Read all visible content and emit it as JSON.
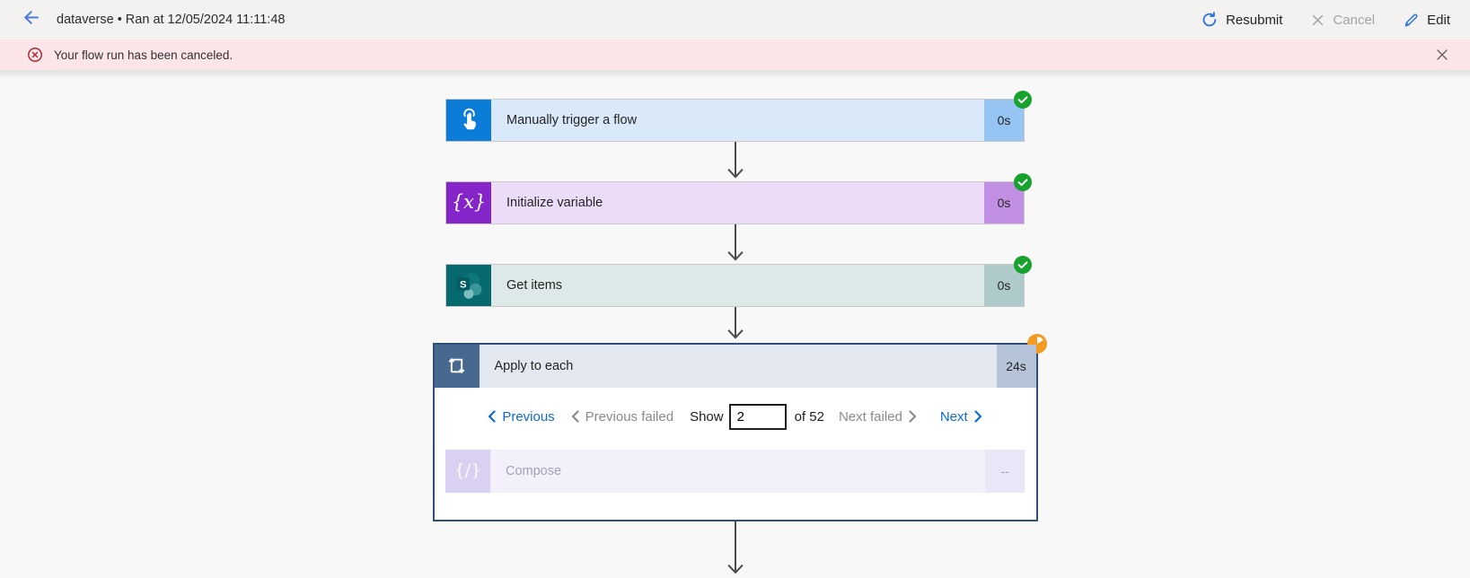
{
  "topbar": {
    "title": "dataverse • Ran at 12/05/2024 11:11:48",
    "actions": {
      "resubmit": "Resubmit",
      "cancel": "Cancel",
      "edit": "Edit"
    }
  },
  "banner": {
    "message": "Your flow run has been canceled."
  },
  "flow": {
    "trigger": {
      "title": "Manually trigger a flow",
      "duration": "0s",
      "status": "succeeded",
      "icon": "manual-trigger-icon"
    },
    "initialize_variable": {
      "title": "Initialize variable",
      "duration": "0s",
      "status": "succeeded",
      "icon_glyph": "{x}"
    },
    "get_items": {
      "title": "Get items",
      "duration": "0s",
      "status": "succeeded",
      "icon": "sharepoint-icon"
    },
    "apply_to_each": {
      "title": "Apply to each",
      "duration": "24s",
      "status": "canceled",
      "icon": "loop-icon",
      "pagination": {
        "previous": "Previous",
        "previous_failed": "Previous failed",
        "show_label": "Show",
        "current_iteration": "2",
        "of_total": "of 52",
        "next_failed": "Next failed",
        "next": "Next"
      },
      "children": {
        "compose": {
          "title": "Compose",
          "duration": "--",
          "icon_glyph": "{/}"
        }
      }
    }
  },
  "colors": {
    "accent_blue": "#0b6cd6",
    "success_green": "#17a12d",
    "canceled_orange": "#f59b22",
    "error_red": "#b3282d",
    "banner_bg": "#fbe5e8",
    "topbar_bg": "#f3f2f1",
    "canvas_bg": "#f9f8f8",
    "trigger_icon_bg": "#0c7cd9",
    "trigger_body_bg": "#d9e9fa",
    "trigger_duration_bg": "#97c5f3",
    "variable_icon_bg": "#8525c9",
    "variable_body_bg": "#ecdcf8",
    "variable_duration_bg": "#c18fe3",
    "sharepoint_icon_bg": "#05696e",
    "sharepoint_body_bg": "#dde9e9",
    "sharepoint_duration_bg": "#aecaca",
    "loop_icon_bg": "#47688f",
    "loop_body_bg": "#e2e7f0",
    "loop_duration_bg": "#b6c4d9",
    "loop_border": "#2f4f7c",
    "compose_icon_bg": "#d9d0f2",
    "compose_body_bg": "#f3f0fb",
    "compose_duration_bg": "#eae6f8"
  }
}
